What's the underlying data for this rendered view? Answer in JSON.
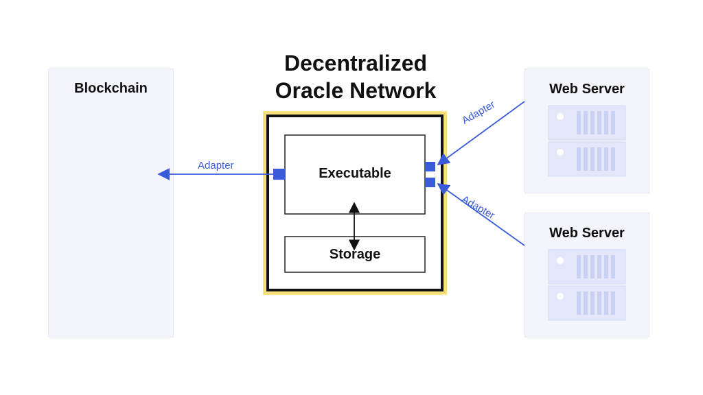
{
  "title": {
    "line1": "Decentralized",
    "line2": "Oracle Network"
  },
  "blockchain": {
    "label": "Blockchain"
  },
  "web_servers": [
    {
      "label": "Web Server"
    },
    {
      "label": "Web Server"
    }
  ],
  "oracle": {
    "executable_label": "Executable",
    "storage_label": "Storage"
  },
  "adapters": {
    "left": "Adapter",
    "top_right": "Adapter",
    "bottom_right": "Adapter"
  },
  "colors": {
    "accent_blue": "#3a5bd9",
    "frame_yellow": "#f7e27a",
    "panel_bg": "#f3f4fc",
    "server_icon": "#d6dcf6"
  },
  "icons": [
    "server-rack-icon",
    "server-rack-icon"
  ]
}
